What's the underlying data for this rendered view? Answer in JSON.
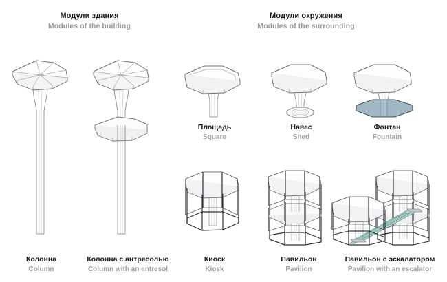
{
  "groups": [
    {
      "ru": "Модули здания",
      "en": "Modules of the building"
    },
    {
      "ru": "Модули окружения",
      "en": "Modules of the surrounding"
    }
  ],
  "modules": [
    {
      "ru": "Колонна",
      "en": "Column",
      "icon": "column-figure"
    },
    {
      "ru": "Колонна с антресолью",
      "en": "Column with an entresol",
      "icon": "column-entresol-figure"
    },
    {
      "ru": "Площадь",
      "en": "Square",
      "icon": "square-figure"
    },
    {
      "ru": "Навес",
      "en": "Shed",
      "icon": "shed-figure"
    },
    {
      "ru": "Фонтан",
      "en": "Fountain",
      "icon": "fountain-figure"
    },
    {
      "ru": "Киоск",
      "en": "Kiosk",
      "icon": "kiosk-figure"
    },
    {
      "ru": "Павильон",
      "en": "Pavilion",
      "icon": "pavilion-figure"
    },
    {
      "ru": "Павильон с эскалатором",
      "en": "Pavilion with an escalator",
      "icon": "pavilion-escalator-figure"
    }
  ],
  "colors": {
    "title": "#1a1a1a",
    "subtitle": "#9a9a9a",
    "line": "#7a7d82",
    "line_dark": "#2e3136",
    "fill_light": "#fdfdfd",
    "fill_shade": "#f0f1f2",
    "water": "#9fb8c4",
    "water_edge": "#46505a",
    "escalator": "#a9cdc6",
    "background": "#ffffff"
  }
}
